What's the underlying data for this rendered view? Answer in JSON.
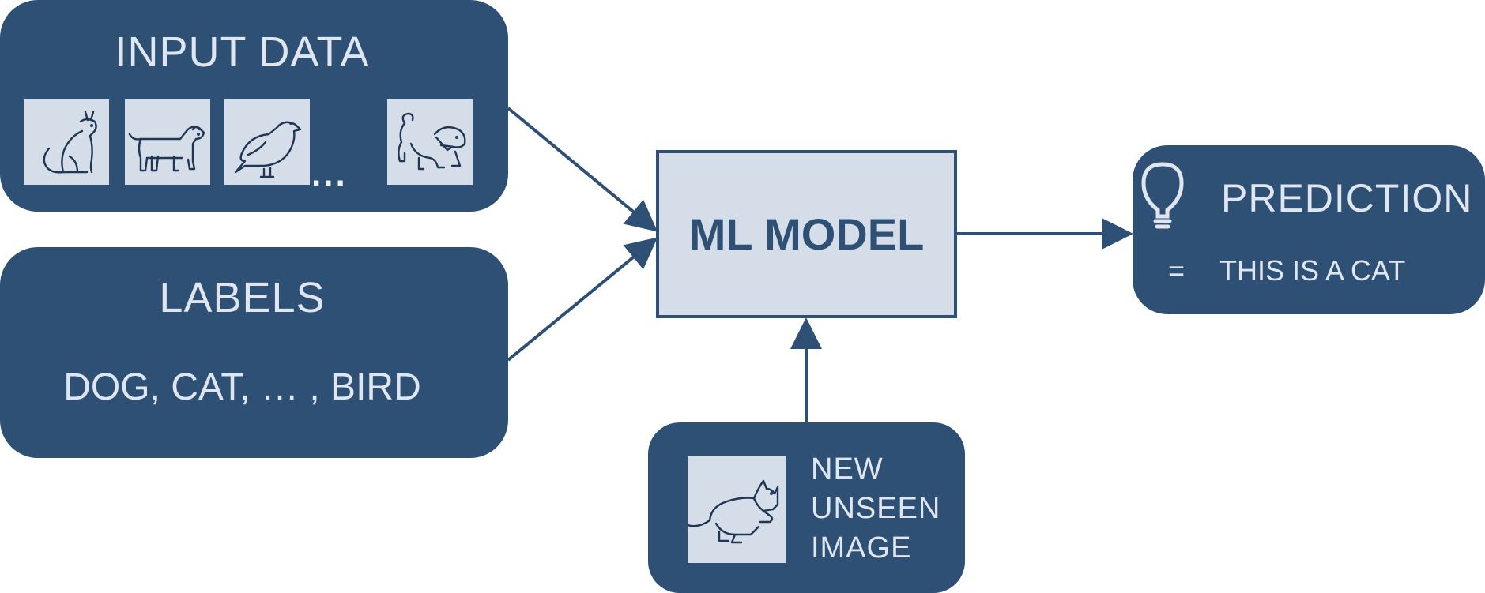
{
  "input_data": {
    "title": "INPUT DATA",
    "images": [
      "cat-icon",
      "dog-icon",
      "bird-icon",
      "puppy-icon"
    ],
    "ellipsis": "..."
  },
  "labels": {
    "title": "LABELS",
    "text": "DOG, CAT, … , BIRD"
  },
  "model": {
    "label": "ML MODEL"
  },
  "prediction": {
    "title": "PREDICTION",
    "equals": "=",
    "text": "THIS IS A CAT",
    "icon": "lightbulb-icon"
  },
  "new_image": {
    "line1": "NEW",
    "line2": "UNSEEN",
    "line3": "IMAGE",
    "icon": "crouching-cat-icon"
  },
  "colors": {
    "panel": "#2f5075",
    "tile": "#d5dde9",
    "panel_text": "#dfe6f0",
    "model_text": "#2f5075"
  }
}
